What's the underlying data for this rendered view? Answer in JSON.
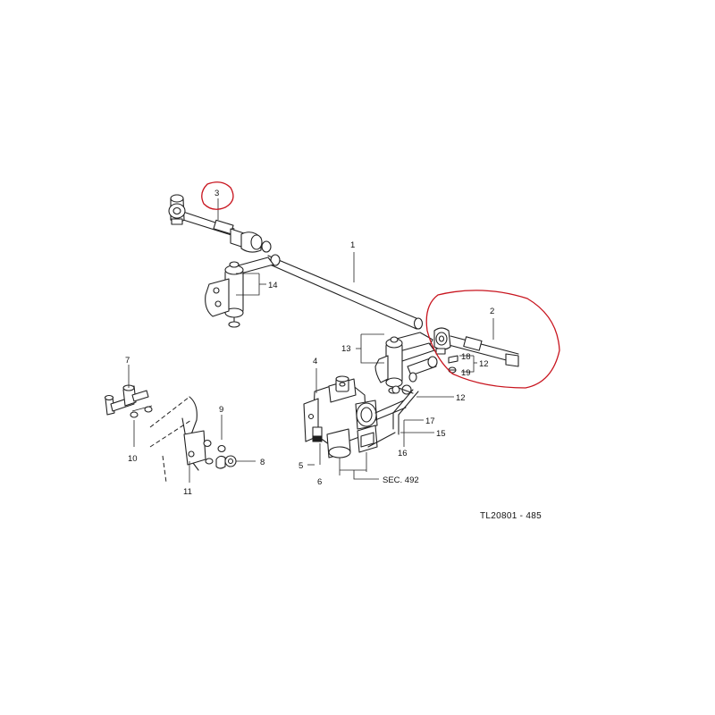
{
  "diagram": {
    "reference_code": "TL20801 - 485",
    "accent_color": "#c8141e",
    "callouts": {
      "c1": "1",
      "c2": "2",
      "c3": "3",
      "c4": "4",
      "c5": "5",
      "c6": "6",
      "c7": "7",
      "c8": "8",
      "c9": "9",
      "c10": "10",
      "c11": "11",
      "c12a": "12",
      "c12b": "12",
      "c13": "13",
      "c14": "14",
      "c15": "15",
      "c16": "16",
      "c17": "17",
      "c18": "18",
      "c19": "19",
      "sec": "SEC. 492"
    },
    "highlighted_parts": [
      "3",
      "2"
    ]
  }
}
